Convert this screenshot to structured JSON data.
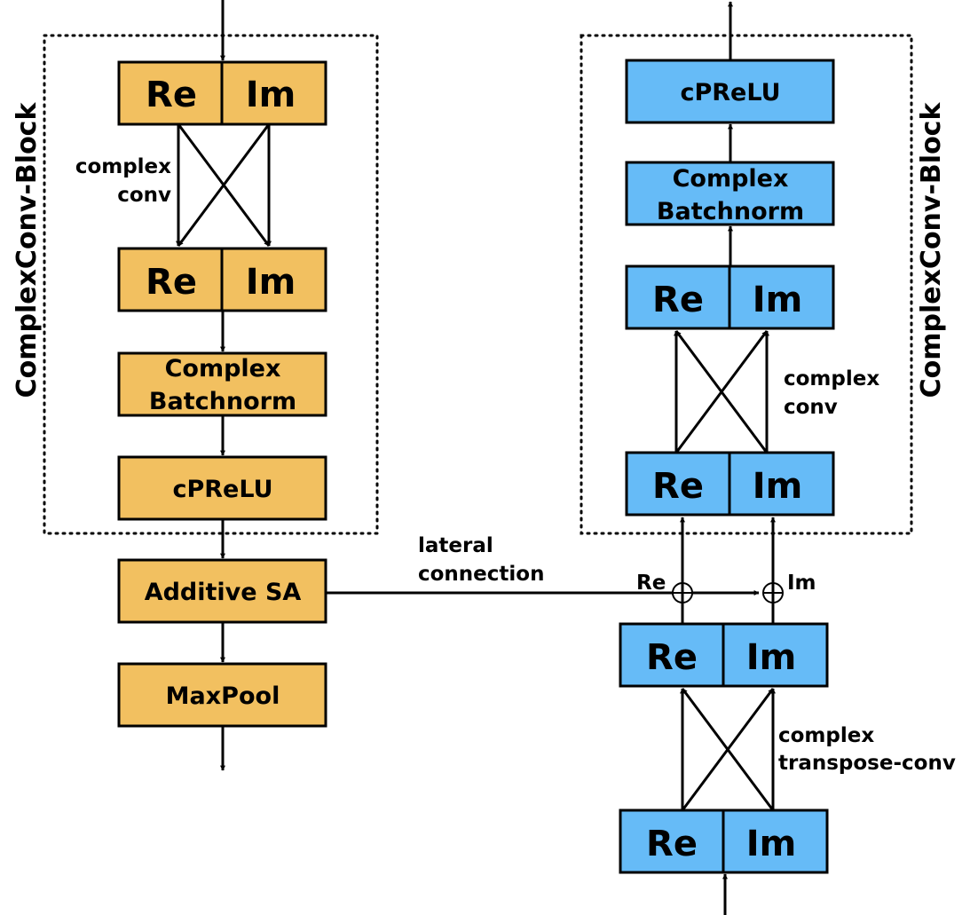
{
  "colors": {
    "encoder_fill": "#F2C060",
    "decoder_fill": "#66BBF7",
    "stroke": "#000000"
  },
  "encoder": {
    "block_label": "ComplexConv-Block",
    "input_pair": {
      "re": "Re",
      "im": "Im"
    },
    "conv_label": [
      "complex",
      "conv"
    ],
    "output_pair": {
      "re": "Re",
      "im": "Im"
    },
    "batchnorm": [
      "Complex",
      "Batchnorm"
    ],
    "activation": "cPReLU",
    "attention": "Additive SA",
    "pool": "MaxPool"
  },
  "lateral": {
    "label": [
      "lateral",
      "connection"
    ],
    "re_label": "Re",
    "im_label": "Im"
  },
  "decoder": {
    "block_label": "ComplexConv-Block",
    "activation": "cPReLU",
    "batchnorm": [
      "Complex",
      "Batchnorm"
    ],
    "conv_output_pair": {
      "re": "Re",
      "im": "Im"
    },
    "conv_label": [
      "complex",
      "conv"
    ],
    "conv_input_pair": {
      "re": "Re",
      "im": "Im"
    },
    "upsampled_pair": {
      "re": "Re",
      "im": "Im"
    },
    "transpose_label": [
      "complex",
      "transpose-conv"
    ],
    "input_pair": {
      "re": "Re",
      "im": "Im"
    }
  }
}
